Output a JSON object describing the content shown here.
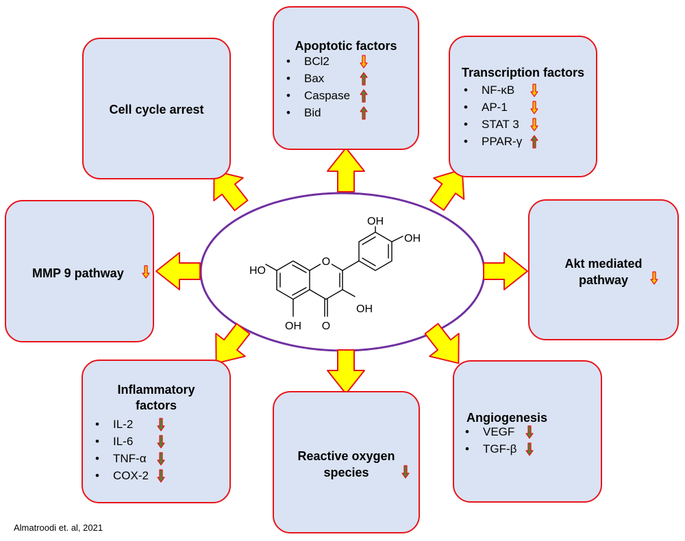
{
  "center": {
    "substituents": [
      "OH",
      "OH",
      "HO",
      "OH",
      "OH",
      "O"
    ]
  },
  "boxes": {
    "cell_cycle": {
      "title": "Cell cycle arrest"
    },
    "apoptotic": {
      "title": "Apoptotic factors",
      "items": [
        {
          "label": "BCl2",
          "trend": "down"
        },
        {
          "label": "Bax",
          "trend": "up"
        },
        {
          "label": "Caspase",
          "trend": "up"
        },
        {
          "label": "Bid",
          "trend": "up"
        }
      ]
    },
    "transcription": {
      "title": "Transcription factors",
      "items": [
        {
          "label": "NF-κB",
          "trend": "down"
        },
        {
          "label": "AP-1",
          "trend": "down"
        },
        {
          "label": "STAT 3",
          "trend": "down"
        },
        {
          "label": "PPAR-γ",
          "trend": "up"
        }
      ]
    },
    "mmp9": {
      "title": "MMP 9 pathway",
      "trend": "down"
    },
    "akt": {
      "title_line1": "Akt mediated",
      "title_line2": "pathway",
      "trend": "down"
    },
    "inflammatory": {
      "title_line1": "Inflammatory",
      "title_line2": "factors",
      "items": [
        {
          "label": "IL-2",
          "trend": "down"
        },
        {
          "label": "IL-6",
          "trend": "down"
        },
        {
          "label": "TNF-α",
          "trend": "down"
        },
        {
          "label": "COX-2",
          "trend": "down"
        }
      ]
    },
    "ros": {
      "title_line1": "Reactive oxygen",
      "title_line2": "species",
      "trend": "down"
    },
    "angiogenesis": {
      "title": "Angiogenesis",
      "items": [
        {
          "label": "VEGF",
          "trend": "down"
        },
        {
          "label": "TGF-β",
          "trend": "down"
        }
      ]
    }
  },
  "citation": "Almatroodi et. al, 2021",
  "colors": {
    "box_fill": "#dae3f3",
    "box_border": "#e8141b",
    "ellipse_border": "#7030a0",
    "arrow_fill": "#ffff00",
    "arrow_stroke": "#e8141b",
    "up_indicator": "#548235",
    "down_orange": "#ffc000",
    "down_green": "#548235",
    "indicator_outline": "#e8141b"
  }
}
